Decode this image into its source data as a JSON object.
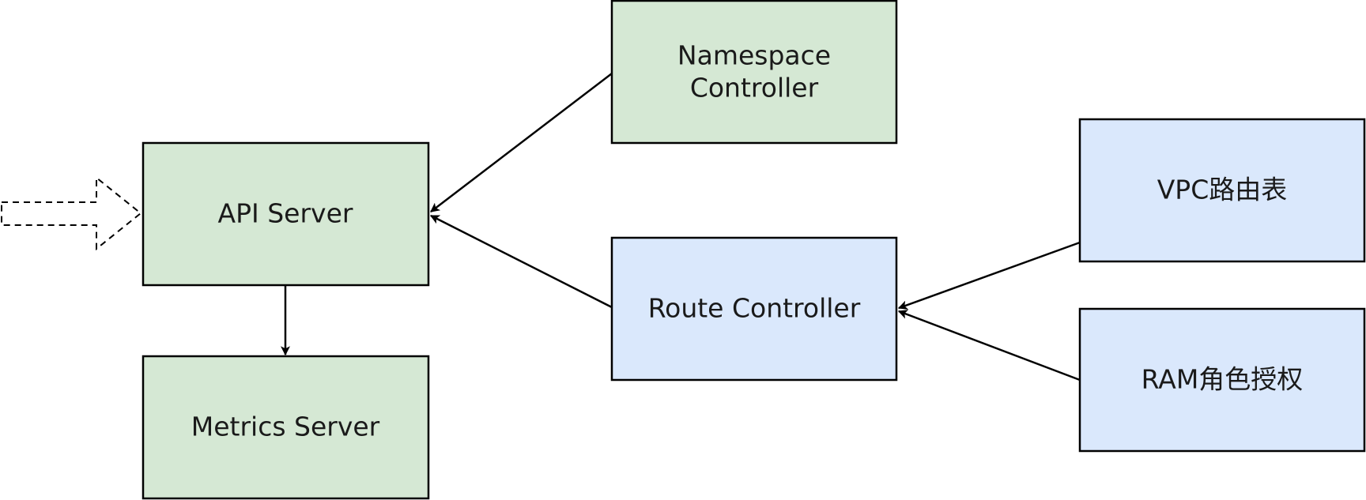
{
  "colors": {
    "green_fill": "#d5e8d4",
    "blue_fill": "#dae8fc",
    "stroke": "#000000",
    "text": "#1a1a1a"
  },
  "nodes": {
    "api_server": {
      "label": "API Server"
    },
    "metrics_server": {
      "label": "Metrics Server"
    },
    "namespace_controller": {
      "label_line1": "Namespace",
      "label_line2": "Controller"
    },
    "route_controller": {
      "label": "Route Controller"
    },
    "vpc_route_table": {
      "label": "VPC路由表"
    },
    "ram_role_auth": {
      "label": "RAM角色授权"
    }
  },
  "edges": [
    {
      "from": "namespace_controller",
      "to": "api_server"
    },
    {
      "from": "route_controller",
      "to": "api_server"
    },
    {
      "from": "api_server",
      "to": "metrics_server"
    },
    {
      "from": "vpc_route_table",
      "to": "route_controller"
    },
    {
      "from": "ram_role_auth",
      "to": "route_controller"
    },
    {
      "from": "external",
      "to": "api_server",
      "style": "dashed-block-arrow"
    }
  ]
}
